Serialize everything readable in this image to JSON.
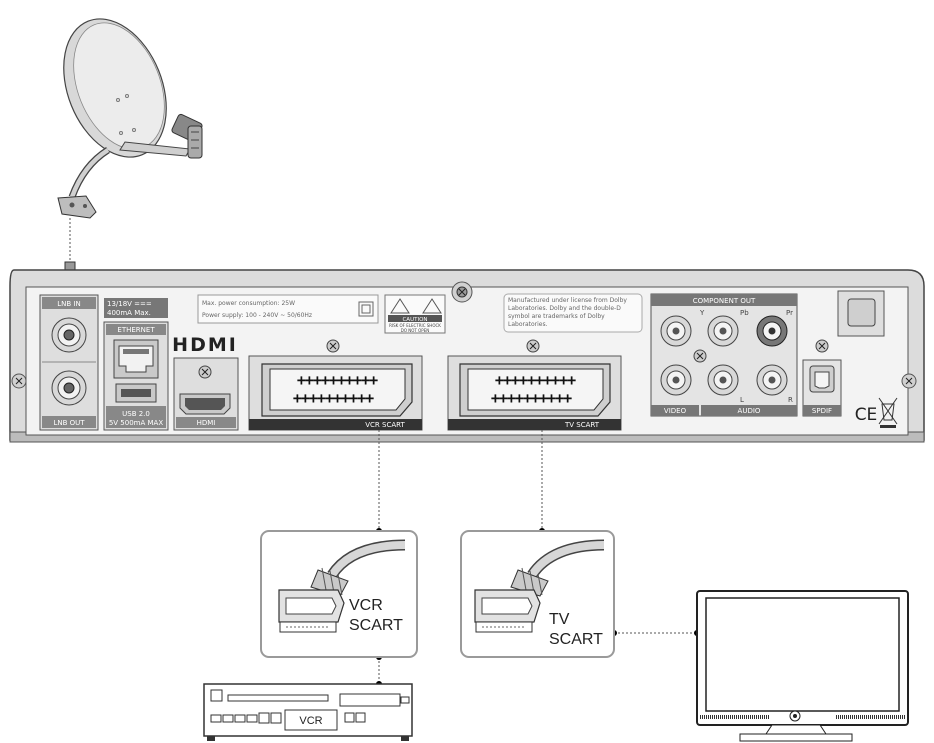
{
  "receiver": {
    "lnb_in": "LNB IN",
    "lnb_out": "LNB OUT",
    "lnb_spec_1": "13/18V ===",
    "lnb_spec_2": "400mA Max.",
    "ethernet": "ETHERNET",
    "usb_1": "USB 2.0",
    "usb_2": "5V 500mA MAX",
    "hdmi_logo": "HDMI",
    "hdmi_port": "HDMI",
    "power_1": "Max. power consumption: 25W",
    "power_2": "Power supply: 100 - 240V ~ 50/60Hz",
    "caution": "CAUTION",
    "caution_sub_1": "RISK OF ELECTRIC SHOCK",
    "caution_sub_2": "DO NOT OPEN",
    "vcr_scart": "VCR SCART",
    "tv_scart": "TV SCART",
    "dolby_1": "Manufactured under license from Dolby",
    "dolby_2": "Laboratories. Dolby and the double-D",
    "dolby_3": "symbol are trademarks of Dolby",
    "dolby_4": "Laboratories.",
    "component_out": "COMPONENT OUT",
    "y": "Y",
    "pb": "Pb",
    "pr": "Pr",
    "video": "VIDEO",
    "audio": "AUDIO",
    "l": "L",
    "r": "R",
    "spdif": "SPDIF",
    "ce": "CE"
  },
  "callouts": {
    "vcr_line1": "VCR",
    "vcr_line2": "SCART",
    "tv_line1": "TV",
    "tv_line2": "SCART"
  },
  "vcr_device": {
    "label": "VCR"
  },
  "scart_pins": "++++++++++"
}
